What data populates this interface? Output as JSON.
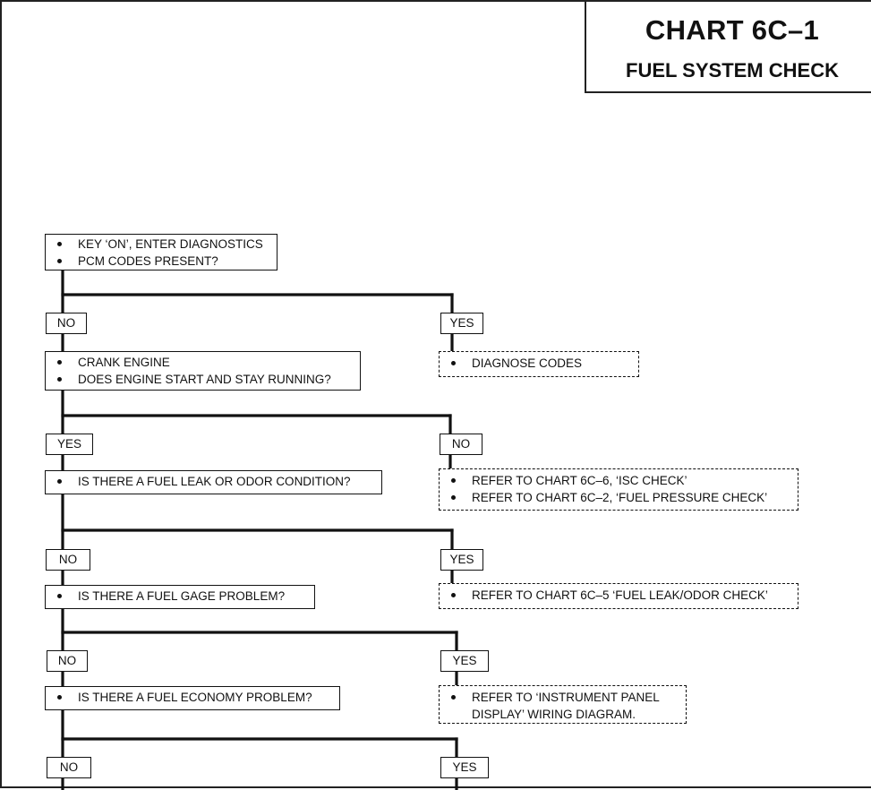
{
  "title": {
    "main": "CHART 6C–1",
    "sub": "FUEL SYSTEM CHECK"
  },
  "steps": [
    {
      "items": [
        "KEY ‘ON’, ENTER DIAGNOSTICS",
        "PCM CODES PRESENT?"
      ]
    },
    {
      "items": [
        "CRANK ENGINE",
        "DOES ENGINE START AND STAY RUNNING?"
      ]
    },
    {
      "items": [
        "IS THERE A FUEL LEAK OR ODOR CONDITION?"
      ]
    },
    {
      "items": [
        "IS THERE A FUEL GAGE PROBLEM?"
      ]
    },
    {
      "items": [
        "IS THERE A FUEL ECONOMY PROBLEM?"
      ]
    }
  ],
  "results": [
    {
      "items": [
        "DIAGNOSE CODES"
      ]
    },
    {
      "items": [
        "REFER TO CHART 6C–6, ‘ISC CHECK’",
        "REFER TO CHART 6C–2, ‘FUEL PRESSURE CHECK’"
      ]
    },
    {
      "items": [
        "REFER TO CHART 6C–5 ‘FUEL LEAK/ODOR CHECK’"
      ]
    },
    {
      "items": [
        "REFER TO ‘INSTRUMENT PANEL"
      ],
      "continuation": "DISPLAY’ WIRING DIAGRAM."
    }
  ],
  "branches": [
    {
      "left": "NO",
      "right": "YES"
    },
    {
      "left": "YES",
      "right": "NO"
    },
    {
      "left": "NO",
      "right": "YES"
    },
    {
      "left": "NO",
      "right": "YES"
    },
    {
      "left": "NO",
      "right": "YES"
    }
  ]
}
